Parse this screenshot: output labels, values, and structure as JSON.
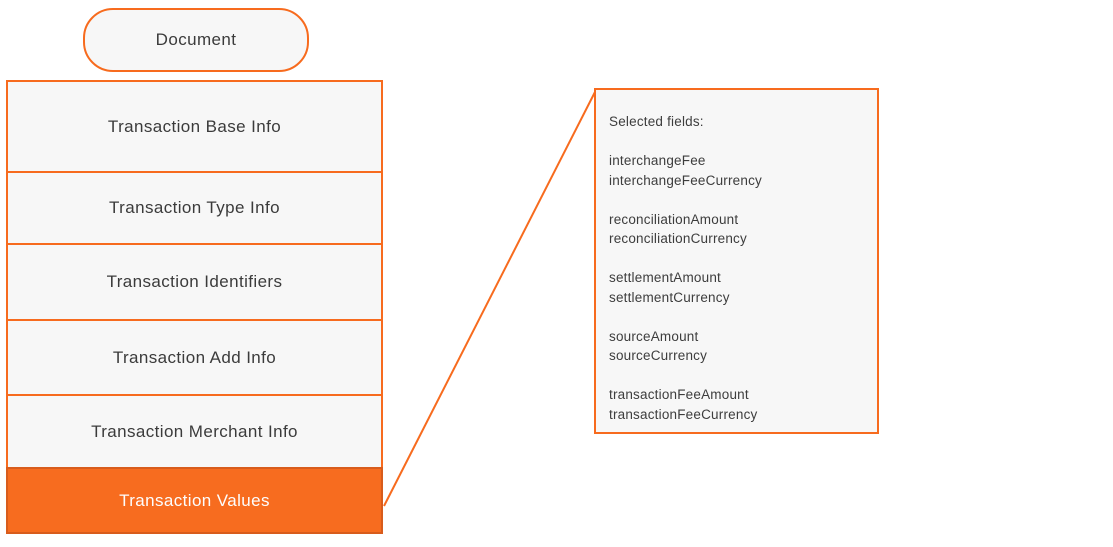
{
  "diagram": {
    "root": {
      "label": "Document"
    },
    "sections": [
      {
        "label": "Transaction Base Info",
        "selected": false
      },
      {
        "label": "Transaction Type Info",
        "selected": false
      },
      {
        "label": "Transaction Identifiers",
        "selected": false
      },
      {
        "label": "Transaction Add Info",
        "selected": false
      },
      {
        "label": "Transaction Merchant Info",
        "selected": false
      },
      {
        "label": "Transaction Values",
        "selected": true
      }
    ],
    "colors": {
      "accent_orange": "#f76b1e",
      "selected_fill": "#f76c1f",
      "selected_border": "#d85c1c",
      "selected_text": "#ffffff",
      "node_fill": "#f7f7f7",
      "text": "#3d3d3d"
    }
  },
  "panel": {
    "title": "Selected fields:",
    "field_groups": [
      [
        "interchangeFee",
        "interchangeFeeCurrency"
      ],
      [
        "reconciliationAmount",
        "reconciliationCurrency"
      ],
      [
        "settlementAmount",
        "settlementCurrency"
      ],
      [
        "sourceAmount",
        "sourceCurrency"
      ],
      [
        "transactionFeeAmount",
        "transactionFeeCurrency"
      ]
    ]
  }
}
